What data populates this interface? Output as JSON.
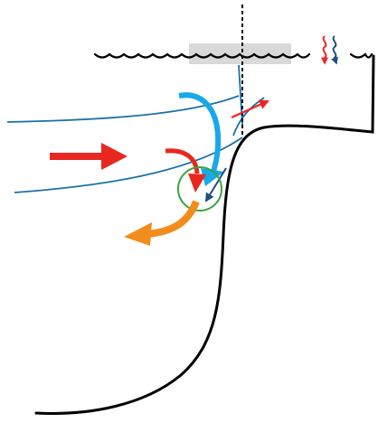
{
  "diagram": {
    "type": "schematic-flow-diagram",
    "printed_text": [],
    "colors": {
      "background": "#ffffff",
      "outline": "#000000",
      "surface_band": "#d9d9d9",
      "flow_line": "#1a6fa8",
      "inflow_arrow": "#e8281e",
      "downward_arrow": "#19a8e8",
      "outflow_arrow": "#f28c1c",
      "small_arrow": "#e8281e",
      "small_dark_arrow": "#1f4e79",
      "circle": "#3aa63a",
      "wiggle_red": "#e8281e",
      "wiggle_blue": "#1f4e79",
      "dashed_line": "#000000"
    },
    "elements": [
      "wavy-surface-line",
      "gray-surface-band",
      "vertical-dashed-line",
      "red-and-blue-wiggle-arrows",
      "basin-outline",
      "upper-flow-line",
      "lower-flow-line",
      "short-blue-lines-near-step",
      "large-red-inflow-arrow",
      "curved-blue-downward-arrow",
      "curved-red-arrow",
      "small-red-diagonal-arrow",
      "small-dark-blue-arrow",
      "green-circle",
      "orange-outflow-arrow"
    ]
  }
}
